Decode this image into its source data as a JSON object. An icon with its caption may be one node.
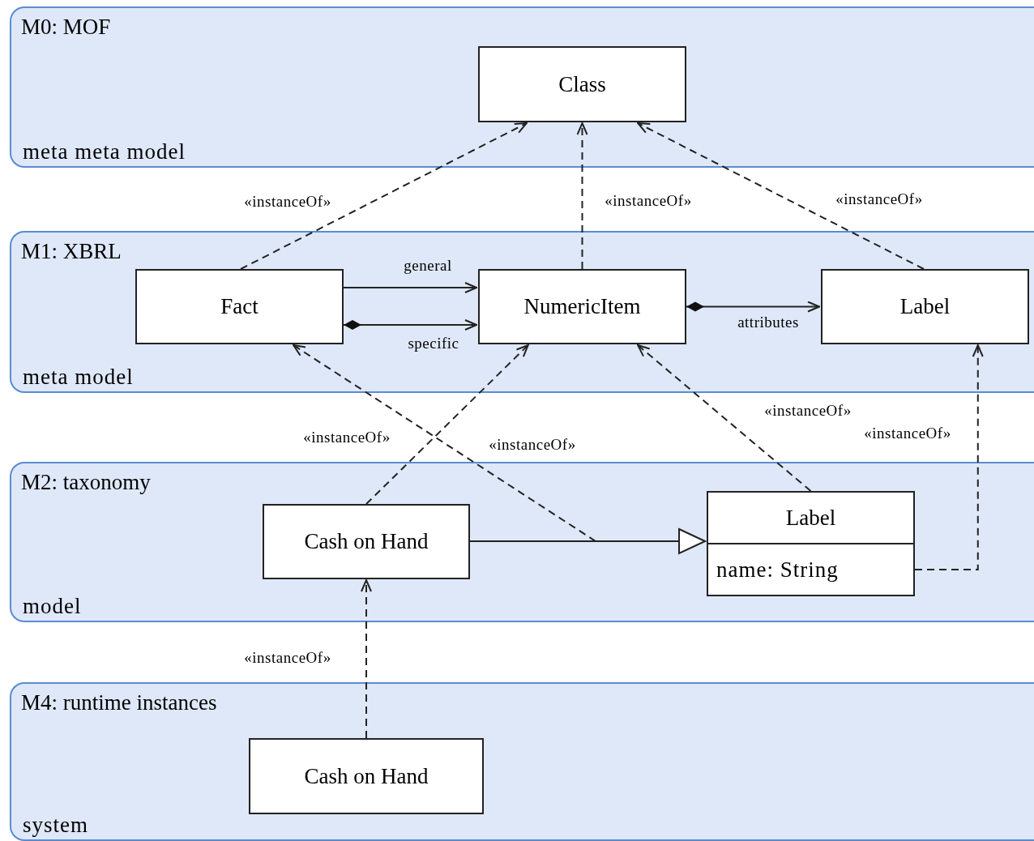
{
  "diagram": {
    "nodes": [
      {
        "text": [
          "M0: MOF",
          "meta meta model"
        ]
      },
      {
        "text": [
          "Class"
        ],
        "in": 0
      },
      {
        "text": [
          "M1: XBRL",
          "meta model"
        ]
      },
      {
        "text": [
          "Fact"
        ],
        "in": 2
      },
      {
        "text": [
          "NumericItem"
        ],
        "in": 2
      },
      {
        "text": [
          "Label"
        ],
        "in": 2
      },
      {
        "text": [
          "M2: taxonomy",
          "model"
        ]
      },
      {
        "text": [
          "Cash on Hand"
        ],
        "in": 6
      },
      {
        "text": [
          "Label",
          "name: String"
        ],
        "in": 6
      },
      {
        "text": [
          "M4: runtime instances",
          "system"
        ]
      },
      {
        "text": [
          "Cash on Hand"
        ],
        "in": 9
      }
    ],
    "edges": [
      {
        "from": 3,
        "to": 1,
        "arrow": "to",
        "style": "dashed",
        "label": "«instanceOf»"
      },
      {
        "from": 4,
        "to": 1,
        "arrow": "to",
        "style": "dashed",
        "label": "«instanceOf»"
      },
      {
        "from": 5,
        "to": 1,
        "arrow": "to",
        "style": "dashed",
        "label": "«instanceOf»"
      },
      {
        "from": 3,
        "to": 4,
        "arrow": "to",
        "label": "general"
      },
      {
        "from": 3,
        "to": 4,
        "arrow": "to",
        "label": "specific"
      },
      {
        "from": 4,
        "to": 5,
        "arrow": "to",
        "label": "attributes"
      },
      {
        "from": null,
        "to": 3,
        "arrow": "to",
        "style": "dashed",
        "label": "«instanceOf»"
      },
      {
        "from": 7,
        "to": 4,
        "arrow": "to",
        "style": "dashed",
        "label": "«instanceOf»"
      },
      {
        "from": 8,
        "to": 4,
        "arrow": "to",
        "style": "dashed",
        "label": "«instanceOf»"
      },
      {
        "from": 8,
        "to": 5,
        "arrow": "to",
        "style": "dashed",
        "label": "«instanceOf»"
      },
      {
        "from": 7,
        "to": 8,
        "arrow": "to"
      },
      {
        "from": 10,
        "to": 7,
        "arrow": "to",
        "style": "dashed",
        "label": "«instanceOf»"
      }
    ]
  }
}
